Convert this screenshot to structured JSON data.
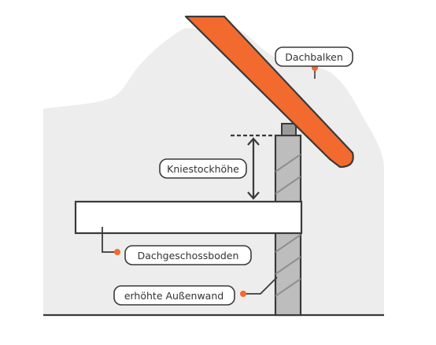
{
  "labels": {
    "rafter": "Dachbalken",
    "knee_wall_height": "Kniestockhöhe",
    "attic_floor": "Dachgeschossboden",
    "raised_outer_wall": "erhöhte Außenwand"
  },
  "colors": {
    "rafter": "#F26A2E",
    "outline": "#3A3A3A",
    "background_blob": "#EDEDED",
    "wall": "#BDBDBD",
    "floor_slab": "#FFFFFF",
    "marker_dot": "#F26A2E"
  }
}
